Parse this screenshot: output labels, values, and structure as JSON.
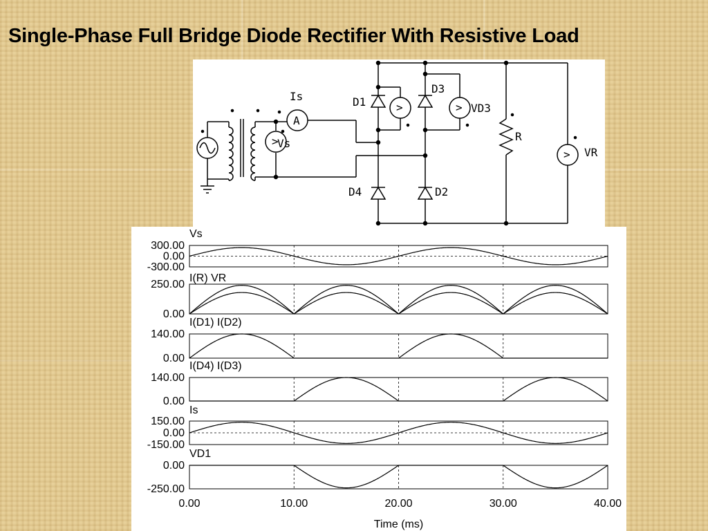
{
  "slide": {
    "title": "Single-Phase Full Bridge Diode Rectifier With Resistive Load"
  },
  "circuit": {
    "labels": {
      "current_meter": "Is",
      "ammeter_symbol": "A",
      "source_voltmeter": "Vs",
      "d1": "D1",
      "d2": "D2",
      "d3": "D3",
      "d4": "D4",
      "vd3": "VD3",
      "resistor": "R",
      "output_voltmeter": "VR",
      "voltmeter_symbol": ">"
    }
  },
  "chart_data": {
    "type": "line",
    "title": "",
    "xlabel": "Time (ms)",
    "xlim": [
      0,
      40
    ],
    "x_ticks": [
      "0.00",
      "10.00",
      "20.00",
      "30.00",
      "40.00"
    ],
    "period_ms": 20,
    "plots": [
      {
        "id": "vs",
        "legend": [
          "Vs"
        ],
        "ylim": [
          -300,
          300
        ],
        "y_ticks": [
          "300.00",
          "0.00",
          "-300.00"
        ],
        "zero_line": true,
        "series": [
          {
            "name": "Vs",
            "amplitude": 240,
            "waveform": "sine"
          }
        ]
      },
      {
        "id": "load",
        "legend": [
          "I(R)",
          "VR"
        ],
        "ylim": [
          0,
          250
        ],
        "y_ticks": [
          "250.00",
          "0.00"
        ],
        "zero_line": false,
        "series": [
          {
            "name": "VR",
            "amplitude": 240,
            "waveform": "full-wave-rectified"
          },
          {
            "name": "I(R)",
            "amplitude": 180,
            "waveform": "full-wave-rectified"
          }
        ]
      },
      {
        "id": "d1d2",
        "legend": [
          "I(D1)",
          "I(D2)"
        ],
        "ylim": [
          0,
          140
        ],
        "y_ticks": [
          "140.00",
          "0.00"
        ],
        "zero_line": false,
        "series": [
          {
            "name": "I(D1)",
            "amplitude": 140,
            "waveform": "positive-half"
          }
        ]
      },
      {
        "id": "d4d3",
        "legend": [
          "I(D4)",
          "I(D3)"
        ],
        "ylim": [
          0,
          140
        ],
        "y_ticks": [
          "140.00",
          "0.00"
        ],
        "zero_line": false,
        "series": [
          {
            "name": "I(D4)",
            "amplitude": 140,
            "waveform": "negative-half-inverted"
          }
        ]
      },
      {
        "id": "is",
        "legend": [
          "Is"
        ],
        "ylim": [
          -150,
          150
        ],
        "y_ticks": [
          "150.00",
          "0.00",
          "-150.00"
        ],
        "zero_line": true,
        "series": [
          {
            "name": "Is",
            "amplitude": 135,
            "waveform": "sine"
          }
        ]
      },
      {
        "id": "vd1",
        "legend": [
          "VD1"
        ],
        "ylim": [
          -250,
          0
        ],
        "y_ticks": [
          "0.00",
          "-250.00"
        ],
        "zero_line": false,
        "series": [
          {
            "name": "VD1",
            "amplitude": 240,
            "waveform": "negative-half"
          }
        ]
      }
    ]
  }
}
